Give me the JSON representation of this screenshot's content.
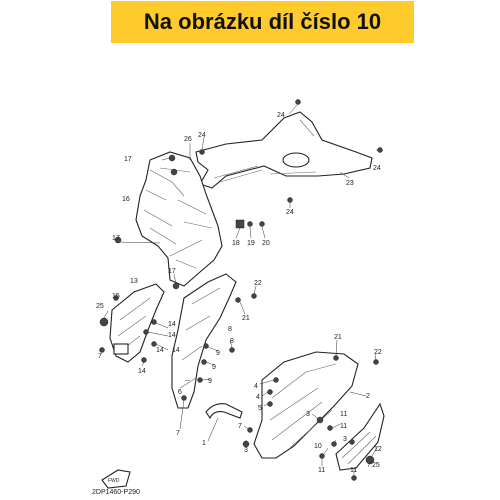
{
  "header": {
    "title": "Na obrázku díl číslo 10"
  },
  "diagram": {
    "code": "2DP1460-P290",
    "fwd_label": "FWD",
    "callouts": [
      {
        "id": "c24a",
        "n": "24"
      },
      {
        "id": "c24b",
        "n": "24"
      },
      {
        "id": "c24c",
        "n": "24"
      },
      {
        "id": "c24d",
        "n": "24"
      },
      {
        "id": "c23",
        "n": "23"
      },
      {
        "id": "c26",
        "n": "26"
      },
      {
        "id": "c17a",
        "n": "17"
      },
      {
        "id": "c17b",
        "n": "17"
      },
      {
        "id": "c17c",
        "n": "17"
      },
      {
        "id": "c16",
        "n": "16"
      },
      {
        "id": "c18",
        "n": "18"
      },
      {
        "id": "c19",
        "n": "19"
      },
      {
        "id": "c20",
        "n": "20"
      },
      {
        "id": "c13",
        "n": "13"
      },
      {
        "id": "c15",
        "n": "15"
      },
      {
        "id": "c25a",
        "n": "25"
      },
      {
        "id": "c14a",
        "n": "14"
      },
      {
        "id": "c14b",
        "n": "14"
      },
      {
        "id": "c14c",
        "n": "14"
      },
      {
        "id": "c14d",
        "n": "14"
      },
      {
        "id": "c14e",
        "n": "14"
      },
      {
        "id": "c7a",
        "n": "7"
      },
      {
        "id": "c22a",
        "n": "22"
      },
      {
        "id": "c21a",
        "n": "21"
      },
      {
        "id": "c8a",
        "n": "8"
      },
      {
        "id": "c8b",
        "n": "8"
      },
      {
        "id": "c9a",
        "n": "9"
      },
      {
        "id": "c9b",
        "n": "9"
      },
      {
        "id": "c9c",
        "n": "9"
      },
      {
        "id": "c6",
        "n": "6"
      },
      {
        "id": "c7b",
        "n": "7"
      },
      {
        "id": "c1",
        "n": "1"
      },
      {
        "id": "c3a",
        "n": "3"
      },
      {
        "id": "c21b",
        "n": "21"
      },
      {
        "id": "c22b",
        "n": "22"
      },
      {
        "id": "c4a",
        "n": "4"
      },
      {
        "id": "c4b",
        "n": "4"
      },
      {
        "id": "c5",
        "n": "5"
      },
      {
        "id": "c2",
        "n": "2"
      },
      {
        "id": "c7c",
        "n": "7"
      },
      {
        "id": "c3b",
        "n": "3"
      },
      {
        "id": "c11a",
        "n": "11"
      },
      {
        "id": "c11b",
        "n": "11"
      },
      {
        "id": "c3c",
        "n": "3"
      },
      {
        "id": "c12",
        "n": "12"
      },
      {
        "id": "c10",
        "n": "10"
      },
      {
        "id": "c11c",
        "n": "11"
      },
      {
        "id": "c11d",
        "n": "11"
      },
      {
        "id": "c25b",
        "n": "25"
      }
    ]
  },
  "colors": {
    "banner_bg": "#ffca2c",
    "banner_text": "#111111",
    "line": "#222222"
  }
}
